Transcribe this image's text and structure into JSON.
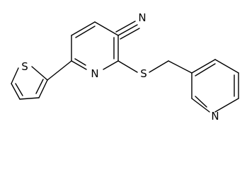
{
  "molecule": {
    "atoms": {
      "thiophene_s": "S",
      "pyridine_core_n": "N",
      "linker_s": "S",
      "nitrile_n": "N",
      "pyridyl_n": "N"
    }
  },
  "colors": {
    "bond": "#000000",
    "label": "#000000",
    "background": "#ffffff"
  }
}
